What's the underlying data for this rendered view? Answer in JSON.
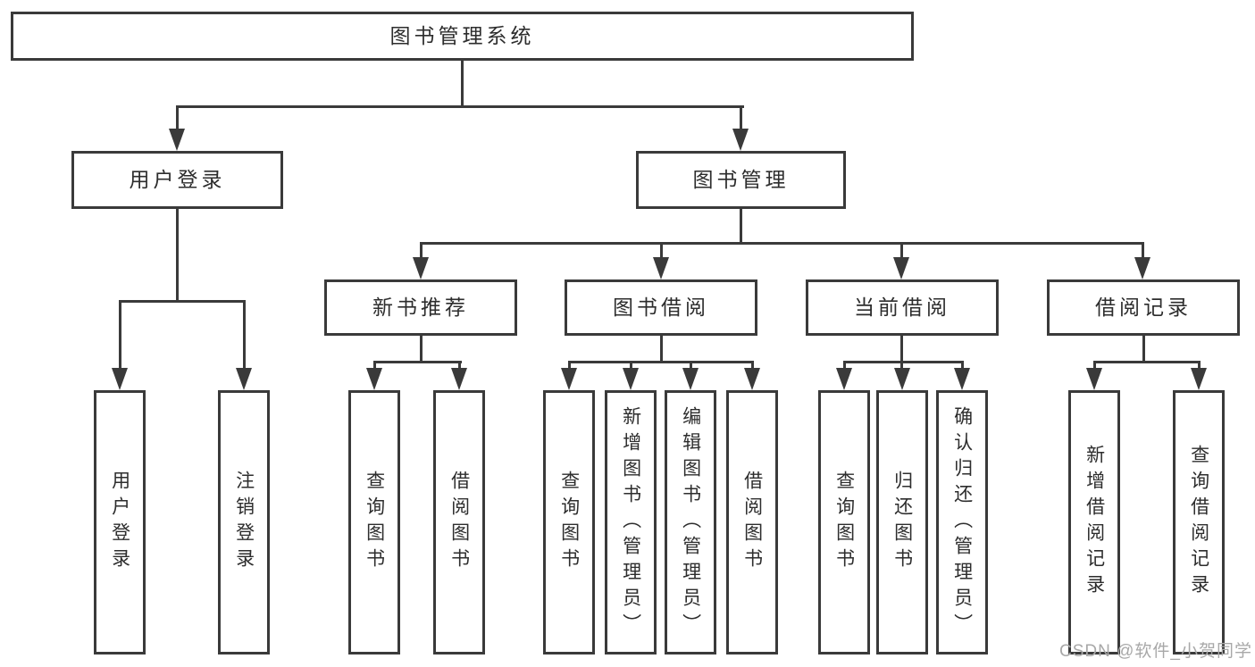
{
  "diagram": {
    "title": "图书管理系统",
    "root": {
      "label": "图书管理系统"
    },
    "level2": [
      {
        "label": "用户登录"
      },
      {
        "label": "图书管理"
      }
    ],
    "level3": [
      {
        "label": "新书推荐",
        "parent": "图书管理"
      },
      {
        "label": "图书借阅",
        "parent": "图书管理"
      },
      {
        "label": "当前借阅",
        "parent": "图书管理"
      },
      {
        "label": "借阅记录",
        "parent": "图书管理"
      }
    ],
    "leaves": [
      {
        "label": "用户登录",
        "parent": "用户登录"
      },
      {
        "label": "注销登录",
        "parent": "用户登录"
      },
      {
        "label": "查询图书",
        "parent": "新书推荐"
      },
      {
        "label": "借阅图书",
        "parent": "新书推荐"
      },
      {
        "label": "查询图书",
        "parent": "图书借阅"
      },
      {
        "label": "新增图书（管理员）",
        "parent": "图书借阅"
      },
      {
        "label": "编辑图书（管理员）",
        "parent": "图书借阅"
      },
      {
        "label": "借阅图书",
        "parent": "图书借阅"
      },
      {
        "label": "查询图书",
        "parent": "当前借阅"
      },
      {
        "label": "归还图书",
        "parent": "当前借阅"
      },
      {
        "label": "确认归还（管理员）",
        "parent": "当前借阅"
      },
      {
        "label": "新增借阅记录",
        "parent": "借阅记录"
      },
      {
        "label": "查询借阅记录",
        "parent": "借阅记录"
      }
    ],
    "watermark": "CSDN @软件_小贺同学",
    "colors": {
      "line": "#3a3a3a",
      "text": "#2d2d2d",
      "background": "#ffffff",
      "watermark": "#a8a8a8"
    }
  }
}
